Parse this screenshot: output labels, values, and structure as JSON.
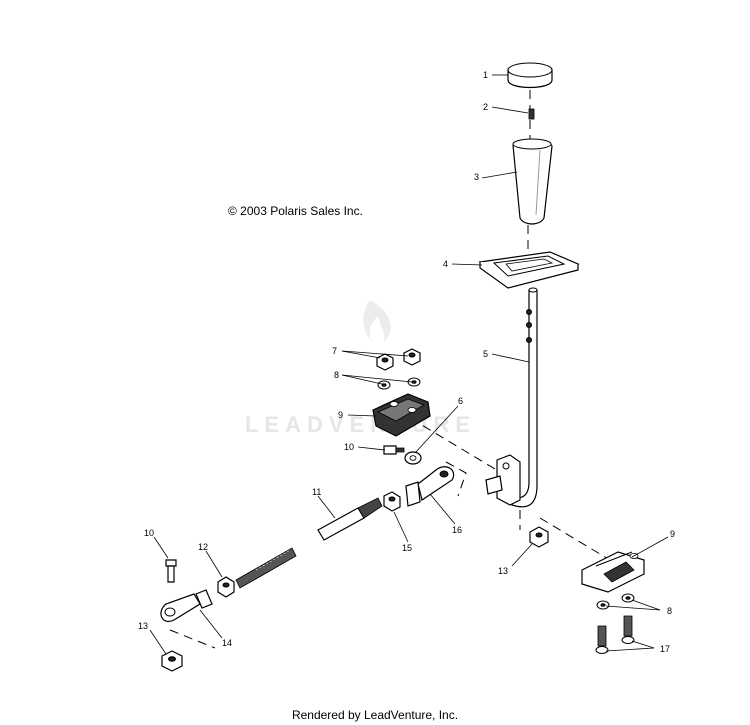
{
  "copyright": "© 2003 Polaris Sales Inc.",
  "watermark": "LEADVENTURE",
  "footer": "Rendered by LeadVenture, Inc.",
  "callouts": [
    {
      "id": "c1",
      "label": "1"
    },
    {
      "id": "c2",
      "label": "2"
    },
    {
      "id": "c3",
      "label": "3"
    },
    {
      "id": "c4",
      "label": "4"
    },
    {
      "id": "c5",
      "label": "5"
    },
    {
      "id": "c6",
      "label": "6"
    },
    {
      "id": "c7",
      "label": "7"
    },
    {
      "id": "c8a",
      "label": "8"
    },
    {
      "id": "c9a",
      "label": "9"
    },
    {
      "id": "c10a",
      "label": "10"
    },
    {
      "id": "c11",
      "label": "11"
    },
    {
      "id": "c15",
      "label": "15"
    },
    {
      "id": "c16",
      "label": "16"
    },
    {
      "id": "c10b",
      "label": "10"
    },
    {
      "id": "c12",
      "label": "12"
    },
    {
      "id": "c13a",
      "label": "13"
    },
    {
      "id": "c14",
      "label": "14"
    },
    {
      "id": "c13b",
      "label": "13"
    },
    {
      "id": "c9b",
      "label": "9"
    },
    {
      "id": "c8b",
      "label": "8"
    },
    {
      "id": "c17",
      "label": "17"
    }
  ]
}
